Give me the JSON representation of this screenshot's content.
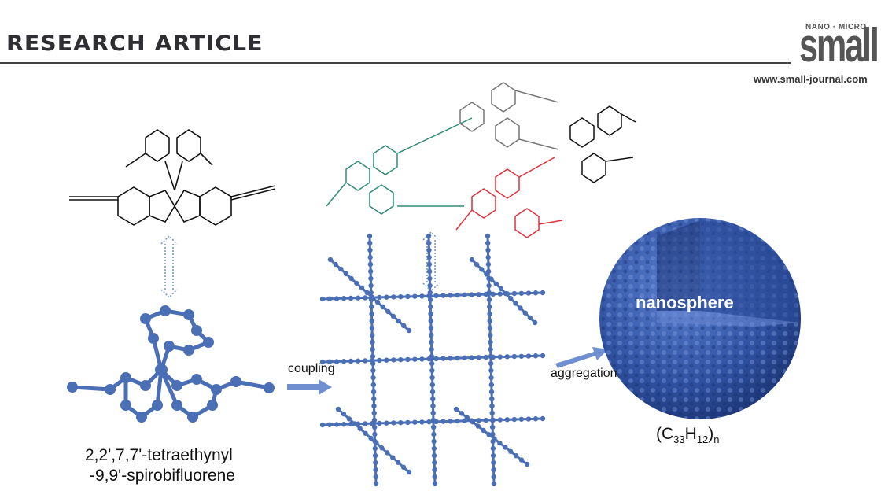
{
  "header": {
    "section_title": "RESEARCH ARTICLE",
    "journal_logo_top": "NANO · MICRO",
    "journal_logo_main": "small",
    "journal_url": "www.small-journal.com"
  },
  "figure": {
    "monomer_name_line1": "2,2',7,7'-tetraethynyl",
    "monomer_name_line2": "-9,9'-spirobifluorene",
    "step1_label": "coupling",
    "step2_label": "aggregation",
    "product_label": "nanosphere",
    "formula": {
      "open": "(C",
      "sub1": "33",
      "mid": "H",
      "sub2": "12",
      "close": ")",
      "sub3": "n"
    },
    "colors": {
      "model_blue": "#4a6fb5",
      "teal": "#2f8a78",
      "red": "#e0303a",
      "gray": "#777777",
      "arrow": "#6f8fd0"
    }
  }
}
